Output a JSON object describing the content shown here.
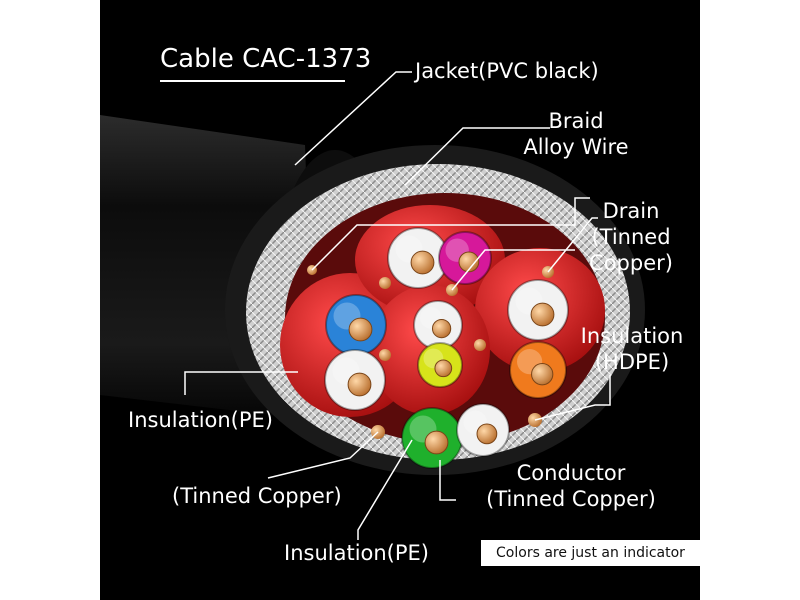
{
  "title": "Cable CAC-1373",
  "labels": {
    "jacket": "Jacket(PVC black)",
    "braid_1": "Braid",
    "braid_2": "Alloy Wire",
    "drain_1": "Drain",
    "drain_2": "(Tinned",
    "drain_3": "Copper)",
    "hdpe_1": "Insulation",
    "hdpe_2": "(HDPE)",
    "pe_left": "Insulation(PE)",
    "tinned_left": "(Tinned Copper)",
    "conductor_1": "Conductor",
    "conductor_2": "(Tinned Copper)",
    "pe_bottom": "Insulation(PE)"
  },
  "note": "Colors are just an indicator",
  "colors": {
    "background": "#000000",
    "pair_jacket": "#d81a1a",
    "braid": "#d9d9d9",
    "copper": "#d4955a",
    "pink": "#d6189a",
    "blue": "#2a83d8",
    "yellow": "#d7e31a",
    "orange": "#f07a1d",
    "green": "#1fb02c",
    "white": "#f2f2f2"
  }
}
